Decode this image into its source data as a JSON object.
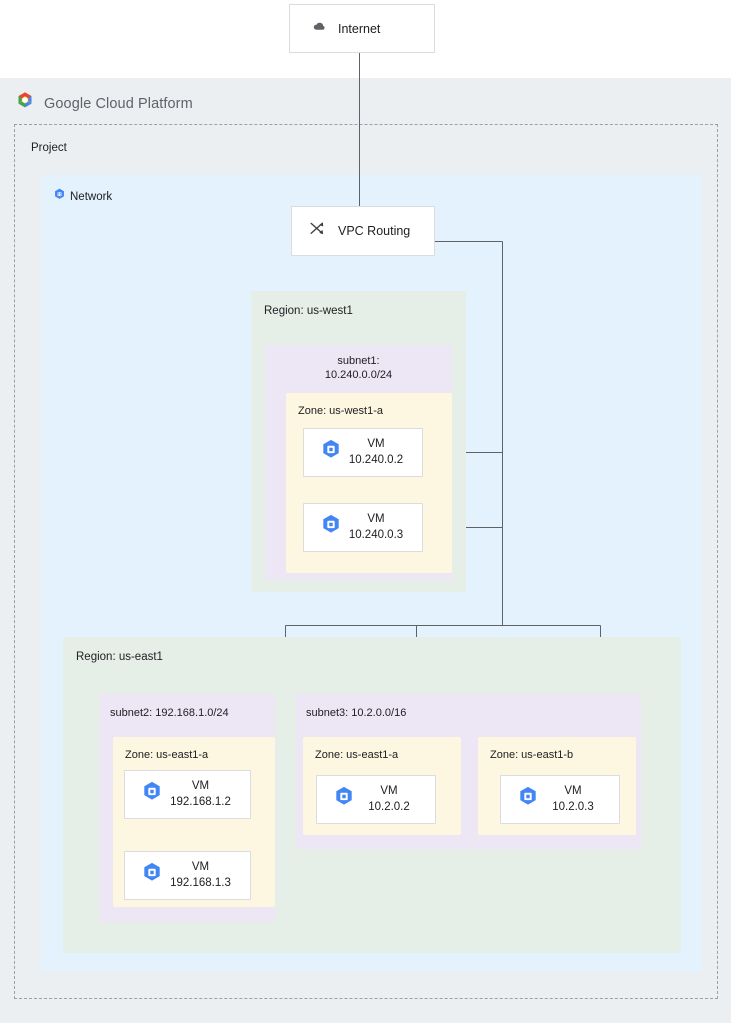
{
  "platform": {
    "logo_icon": "google-cloud-hex-logo-icon",
    "brand_google": "Google",
    "brand_rest": " Cloud Platform"
  },
  "project": {
    "label": "Project"
  },
  "network": {
    "label": "Network",
    "icon": "network-hex-icon"
  },
  "internet": {
    "label": "Internet",
    "icon": "cloud-icon"
  },
  "vpc_routing": {
    "label": "VPC Routing",
    "icon": "routing-arrows-icon"
  },
  "regions": [
    {
      "id": "us-west1",
      "label": "Region: us-west1",
      "subnets": [
        {
          "id": "subnet1",
          "label": "subnet1:\n10.240.0.0/24",
          "zones": [
            {
              "id": "us-west1-a",
              "label": "Zone: us-west1-a",
              "vms": [
                {
                  "name": "VM",
                  "ip": "10.240.0.2",
                  "icon": "vm-hex-icon"
                },
                {
                  "name": "VM",
                  "ip": "10.240.0.3",
                  "icon": "vm-hex-icon"
                }
              ]
            }
          ]
        }
      ]
    },
    {
      "id": "us-east1",
      "label": "Region: us-east1",
      "subnets": [
        {
          "id": "subnet2",
          "label": "subnet2: 192.168.1.0/24",
          "zones": [
            {
              "id": "us-east1-a-sub2",
              "label": "Zone: us-east1-a",
              "vms": [
                {
                  "name": "VM",
                  "ip": "192.168.1.2",
                  "icon": "vm-hex-icon"
                },
                {
                  "name": "VM",
                  "ip": "192.168.1.3",
                  "icon": "vm-hex-icon"
                }
              ]
            }
          ]
        },
        {
          "id": "subnet3",
          "label": "subnet3: 10.2.0.0/16",
          "zones": [
            {
              "id": "us-east1-a-sub3",
              "label": "Zone: us-east1-a",
              "vms": [
                {
                  "name": "VM",
                  "ip": "10.2.0.2",
                  "icon": "vm-hex-icon"
                }
              ]
            },
            {
              "id": "us-east1-b",
              "label": "Zone: us-east1-b",
              "vms": [
                {
                  "name": "VM",
                  "ip": "10.2.0.3",
                  "icon": "vm-hex-icon"
                }
              ]
            }
          ]
        }
      ]
    }
  ],
  "colors": {
    "page_bg": "#ffffff",
    "platform_bg": "#eceff1",
    "network_bg": "#e3f2fd",
    "region_bg": "#e6eee8",
    "subnet_bg": "#ece6f5",
    "zone_bg": "#fdf6e0",
    "card_bg": "#ffffff",
    "card_border": "#dadce0",
    "wire": "#5f6368",
    "dashed_border": "#9aa0a6",
    "text": "#202124",
    "vm_icon_blue": "#4285f4",
    "logo_blue": "#4285f4",
    "logo_red": "#ea4335",
    "logo_yellow": "#fbbc05",
    "logo_green": "#34a853"
  }
}
